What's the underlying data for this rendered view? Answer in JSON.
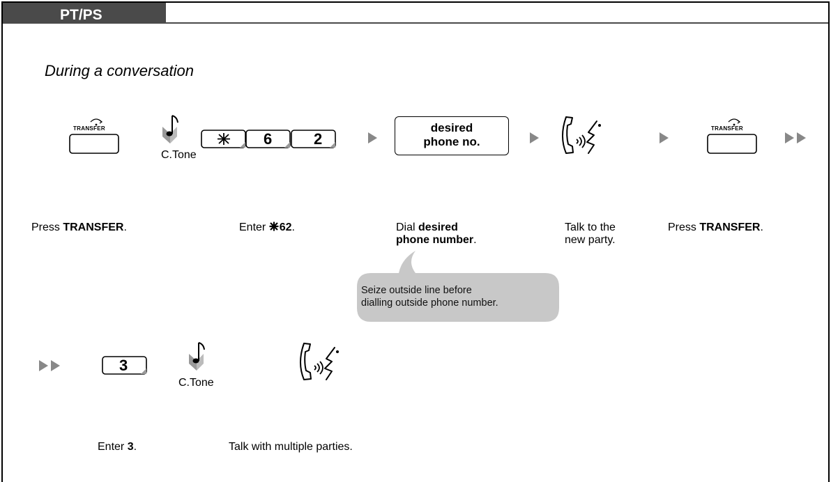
{
  "header": {
    "tab_label": "PT/PS"
  },
  "subtitle": "During a conversation",
  "row1": {
    "transfer_key_label": "TRANSFER",
    "confirm_tone": "C.Tone",
    "dial_keys": [
      "6",
      "2"
    ],
    "number_box": [
      "desired",
      "phone no."
    ],
    "transfer_key_label_2": "TRANSFER"
  },
  "steps": {
    "press": "Press ",
    "transfer": "TRANSFER",
    "period": ".",
    "enter": "Enter ",
    "feature_code": "62",
    "dial": "Dial ",
    "desired_line1": "desired",
    "desired_line2": "phone number",
    "talk_line1": "Talk to the",
    "talk_line2": "new party.",
    "press2": "Press ",
    "transfer2": "TRANSFER"
  },
  "note": {
    "line1": "Seize outside line before",
    "line2": "dialling outside phone number."
  },
  "row2": {
    "key": "3",
    "confirm_tone": "C.Tone",
    "enter": "Enter ",
    "key_text": "3",
    "talk": "Talk with multiple parties."
  },
  "icons": [
    "transfer-key-icon",
    "confirmation-tone-icon",
    "star-key-icon",
    "arrow-right-icon",
    "double-arrow-icon",
    "handset-talk-icon"
  ]
}
